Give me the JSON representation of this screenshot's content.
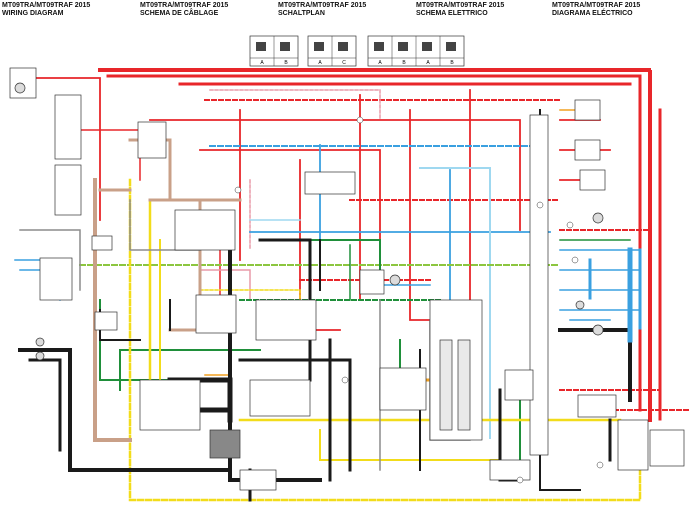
{
  "headers": [
    {
      "model": "MT09TRA/MT09TRAF 2015",
      "lang": "WIRING DIAGRAM"
    },
    {
      "model": "MT09TRA/MT09TRAF 2015",
      "lang": "SCHEMA DE CÂBLAGE"
    },
    {
      "model": "MT09TRA/MT09TRAF 2015",
      "lang": "SCHALTPLAN"
    },
    {
      "model": "MT09TRA/MT09TRAF 2015",
      "lang": "SCHEMA ELETTRICO"
    },
    {
      "model": "MT09TRA/MT09TRAF 2015",
      "lang": "DIAGRAMA ELÉCTRICO"
    }
  ],
  "legend_groups": [
    {
      "labels": [
        "A",
        "B"
      ]
    },
    {
      "labels": [
        "A",
        "C"
      ]
    },
    {
      "labels": [
        "A",
        "B",
        "A",
        "B"
      ]
    }
  ],
  "colors": {
    "red": "#e8262a",
    "blue": "#3aa0e0",
    "light_blue": "#9fd8f0",
    "green": "#1f8f3a",
    "yellow": "#f2dc1a",
    "brown": "#c9a088",
    "black": "#1a1a1a",
    "gray": "#8c8c8c",
    "orange": "#f2a020",
    "pink": "#e89aa8",
    "lime": "#8cc63f"
  }
}
